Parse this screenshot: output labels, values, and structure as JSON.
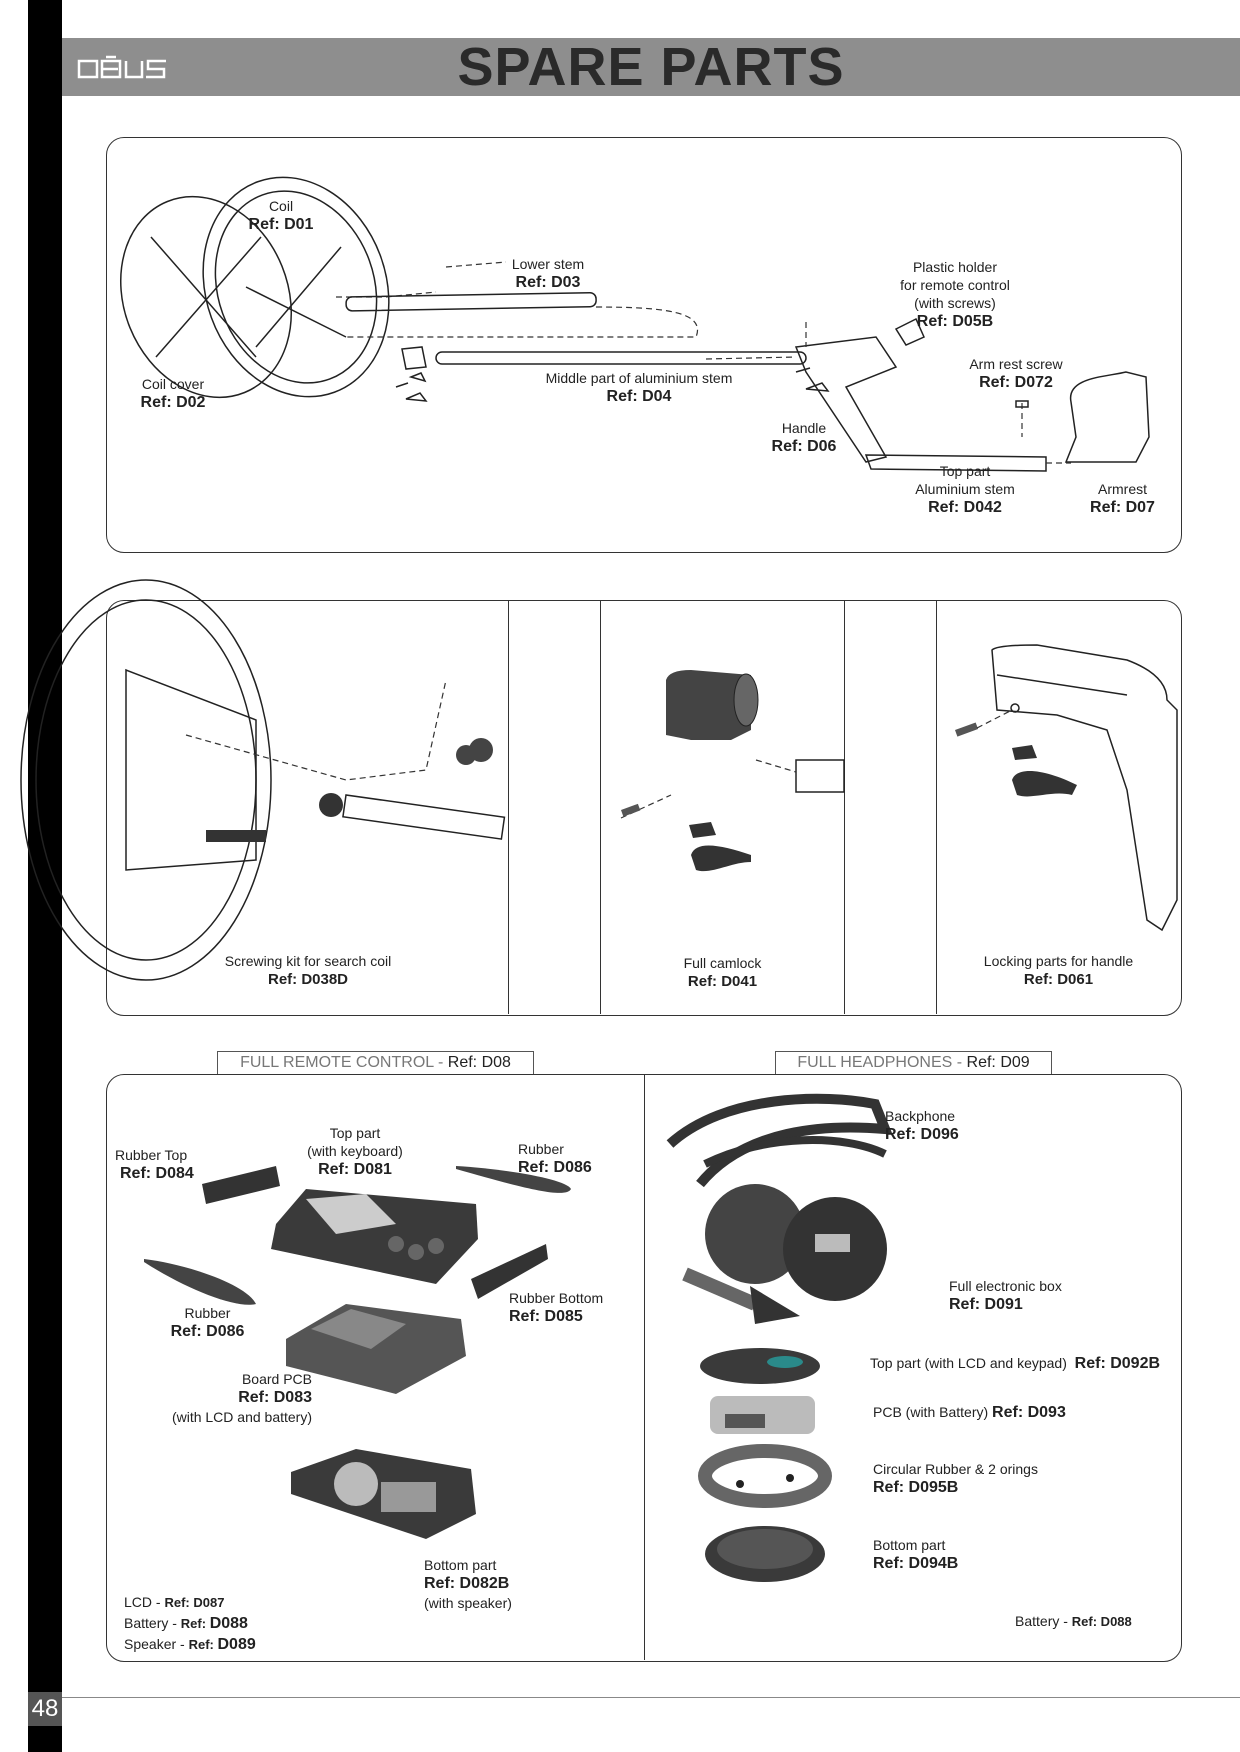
{
  "header": {
    "logo": "DEUS",
    "title": "SPARE PARTS"
  },
  "page_number": "48",
  "section1": {
    "coil": {
      "label": "Coil",
      "ref": "Ref: D01"
    },
    "coil_cover": {
      "label": "Coil cover",
      "ref": "Ref: D02"
    },
    "lower_stem": {
      "label": "Lower stem",
      "ref": "Ref: D03"
    },
    "middle_stem": {
      "label": "Middle part of aluminium stem",
      "ref": "Ref: D04"
    },
    "plastic_holder": {
      "line1": "Plastic holder",
      "line2": "for remote control",
      "line3": "(with screws)",
      "ref": "Ref: D05B"
    },
    "arm_rest_screw": {
      "label": "Arm rest screw",
      "ref": "Ref: D072"
    },
    "handle": {
      "label": "Handle",
      "ref": "Ref: D06"
    },
    "top_part": {
      "line1": "Top part",
      "line2": "Aluminium stem",
      "ref": "Ref: D042"
    },
    "armrest": {
      "label": "Armrest",
      "ref": "Ref: D07"
    }
  },
  "section2": {
    "screwing_kit": {
      "label": "Screwing kit for search coil",
      "ref": "Ref: D038D"
    },
    "full_camlock": {
      "label": "Full camlock",
      "ref": "Ref: D041"
    },
    "locking_parts": {
      "label": "Locking parts for handle",
      "ref": "Ref: D061"
    }
  },
  "remote": {
    "tab_title": "FULL REMOTE CONTROL - ",
    "tab_ref": "Ref: D08",
    "rubber_top": {
      "label": "Rubber Top",
      "ref": "Ref: D084"
    },
    "top_part": {
      "line1": "Top part",
      "line2": "(with keyboard)",
      "ref": "Ref: D081"
    },
    "rubber_right": {
      "label": "Rubber",
      "ref": "Ref: D086"
    },
    "rubber_left": {
      "label": "Rubber",
      "ref": "Ref: D086"
    },
    "rubber_bottom": {
      "label": "Rubber Bottom",
      "ref": "Ref: D085"
    },
    "board_pcb": {
      "label": "Board PCB",
      "ref": "Ref: D083",
      "note": "(with LCD and battery)"
    },
    "bottom_part": {
      "label": "Bottom part",
      "ref": "Ref: D082B",
      "note": "(with speaker)"
    },
    "lcd": {
      "label": "LCD - ",
      "ref": "Ref: D087"
    },
    "battery": {
      "label": "Battery - ",
      "ref": "Ref: ",
      "code": "D088"
    },
    "speaker": {
      "label": "Speaker - ",
      "ref": "Ref: ",
      "code": "D089"
    }
  },
  "headphones": {
    "tab_title": "FULL HEADPHONES - ",
    "tab_ref": "Ref: D09",
    "backphone": {
      "label": "Backphone",
      "ref": "Ref: D096"
    },
    "electronic_box": {
      "label": "Full electronic box",
      "ref": "Ref: D091"
    },
    "top_part": {
      "label": "Top part (with LCD and keypad)",
      "ref": "Ref: D092B"
    },
    "pcb": {
      "label": "PCB (with Battery)",
      "ref": "Ref: D093"
    },
    "circular_rubber": {
      "label": "Circular Rubber & 2 orings",
      "ref": "Ref: D095B"
    },
    "bottom_part": {
      "label": "Bottom part",
      "ref": "Ref: D094B"
    },
    "battery": {
      "label": "Battery - ",
      "ref": "Ref: D088"
    }
  }
}
